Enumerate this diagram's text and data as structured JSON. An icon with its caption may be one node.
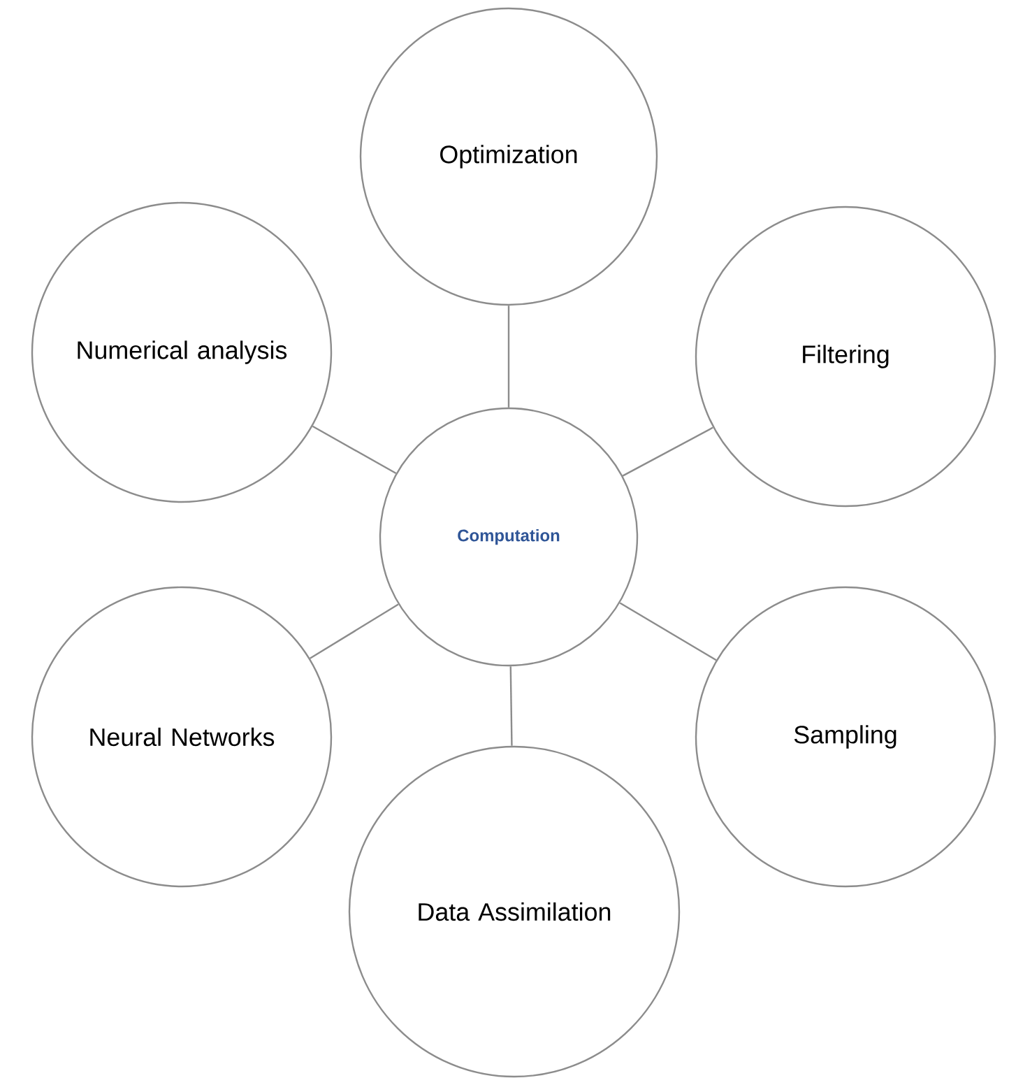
{
  "diagram": {
    "nodes": [
      {
        "text": [
          "Optimization"
        ]
      },
      {
        "text": [
          "Numerical analysis"
        ]
      },
      {
        "text": [
          "Filtering"
        ]
      },
      {
        "text": [
          "Computation"
        ]
      },
      {
        "text": [
          "Neural Networks"
        ]
      },
      {
        "text": [
          "Sampling"
        ]
      },
      {
        "text": [
          "Data Assimilation"
        ]
      }
    ],
    "edges": [
      {
        "from": 3,
        "to": 0,
        "arrow": "none"
      },
      {
        "from": 3,
        "to": 1,
        "arrow": "none"
      },
      {
        "from": 3,
        "to": 2,
        "arrow": "none"
      },
      {
        "from": 3,
        "to": 4,
        "arrow": "none"
      },
      {
        "from": 3,
        "to": 5,
        "arrow": "none"
      },
      {
        "from": 3,
        "to": 6,
        "arrow": "none"
      }
    ]
  }
}
